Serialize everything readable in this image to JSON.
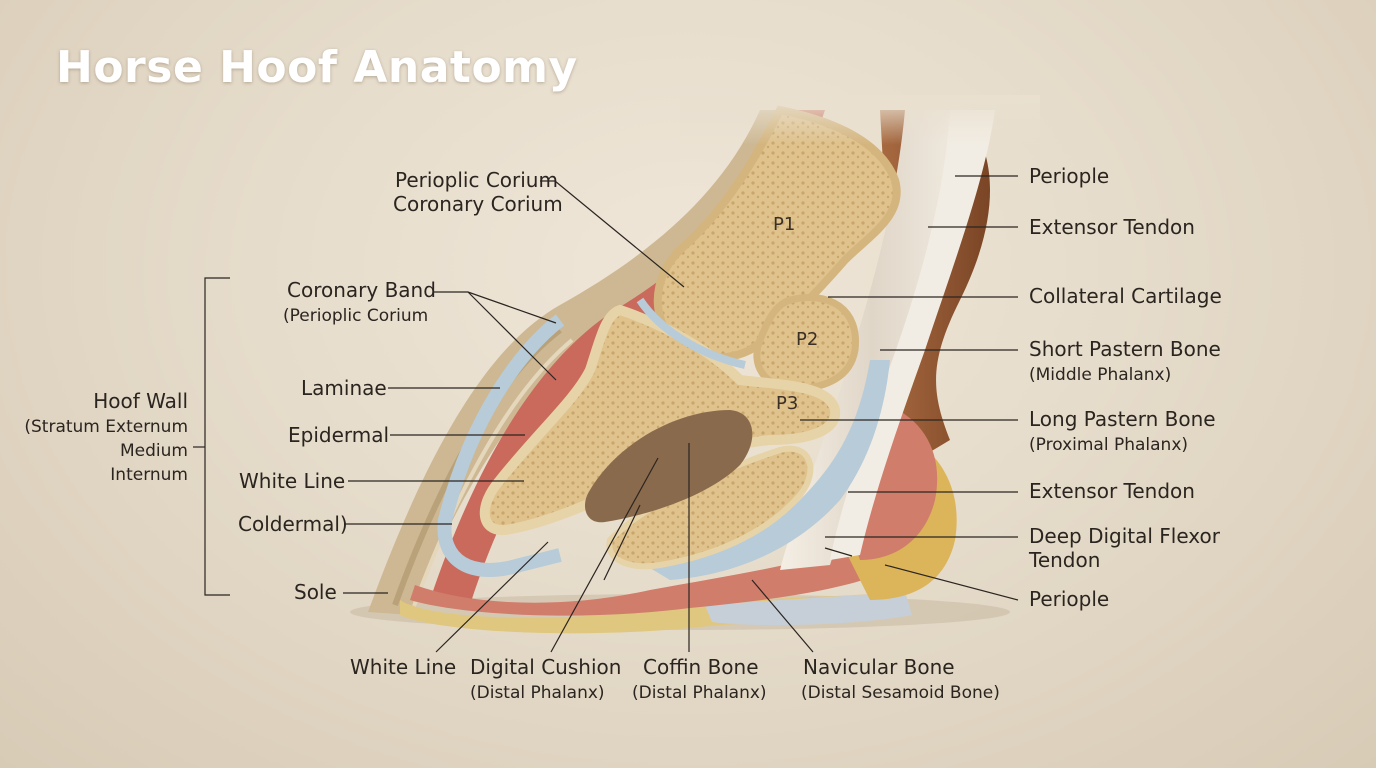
{
  "title": "Horse Hoof Anatomy",
  "colors": {
    "background": "#e6dccb",
    "bone": "#e7d3a8",
    "bone_spongy": "#d9b97e",
    "cartilage_blue": "#b7cbd8",
    "corium_red": "#c96a5c",
    "tendon": "#ece4d8",
    "hoof_wall": "#c9b48e",
    "fat_yellow": "#dcb45a",
    "cushion_brown": "#8a6a4c"
  },
  "bone_labels": {
    "p1": "P1",
    "p2": "P2",
    "p3": "P3"
  },
  "left_labels": {
    "periopic_corium": "Perioplic Corium",
    "coronary_corium": "Coronary Corium",
    "coronary_band": "Coronary Band",
    "coronary_band_sub": "(Perioplic Corium",
    "laminae": "Laminae",
    "epidermal": "Epidermal",
    "white_line": "White Line",
    "coldermal": "Coldermal)",
    "sole": "Sole"
  },
  "hoof_wall_group": {
    "title": "Hoof Wall",
    "line1": "(Stratum Externum",
    "line2": "Medium",
    "line3": "Internum"
  },
  "right_labels": {
    "periople_top": "Periople",
    "extensor_tendon_top": "Extensor Tendon",
    "collateral_cartilage": "Collateral Cartilage",
    "short_pastern": "Short Pastern Bone",
    "short_pastern_sub": "(Middle Phalanx)",
    "long_pastern": "Long Pastern Bone",
    "long_pastern_sub": "(Proximal Phalanx)",
    "extensor_tendon_mid": "Extensor Tendon",
    "ddft_line1": "Deep Digital Flexor",
    "ddft_line2": "Tendon",
    "periople_bottom": "Periople"
  },
  "bottom_labels": {
    "white_line": "White Line",
    "digital_cushion": "Digital Cushion",
    "digital_cushion_sub": "(Distal Phalanx)",
    "coffin_bone": "Coffin Bone",
    "coffin_bone_sub": "(Distal Phalanx)",
    "navicular_bone": "Navicular Bone",
    "navicular_bone_sub": "(Distal Sesamoid Bone)"
  }
}
